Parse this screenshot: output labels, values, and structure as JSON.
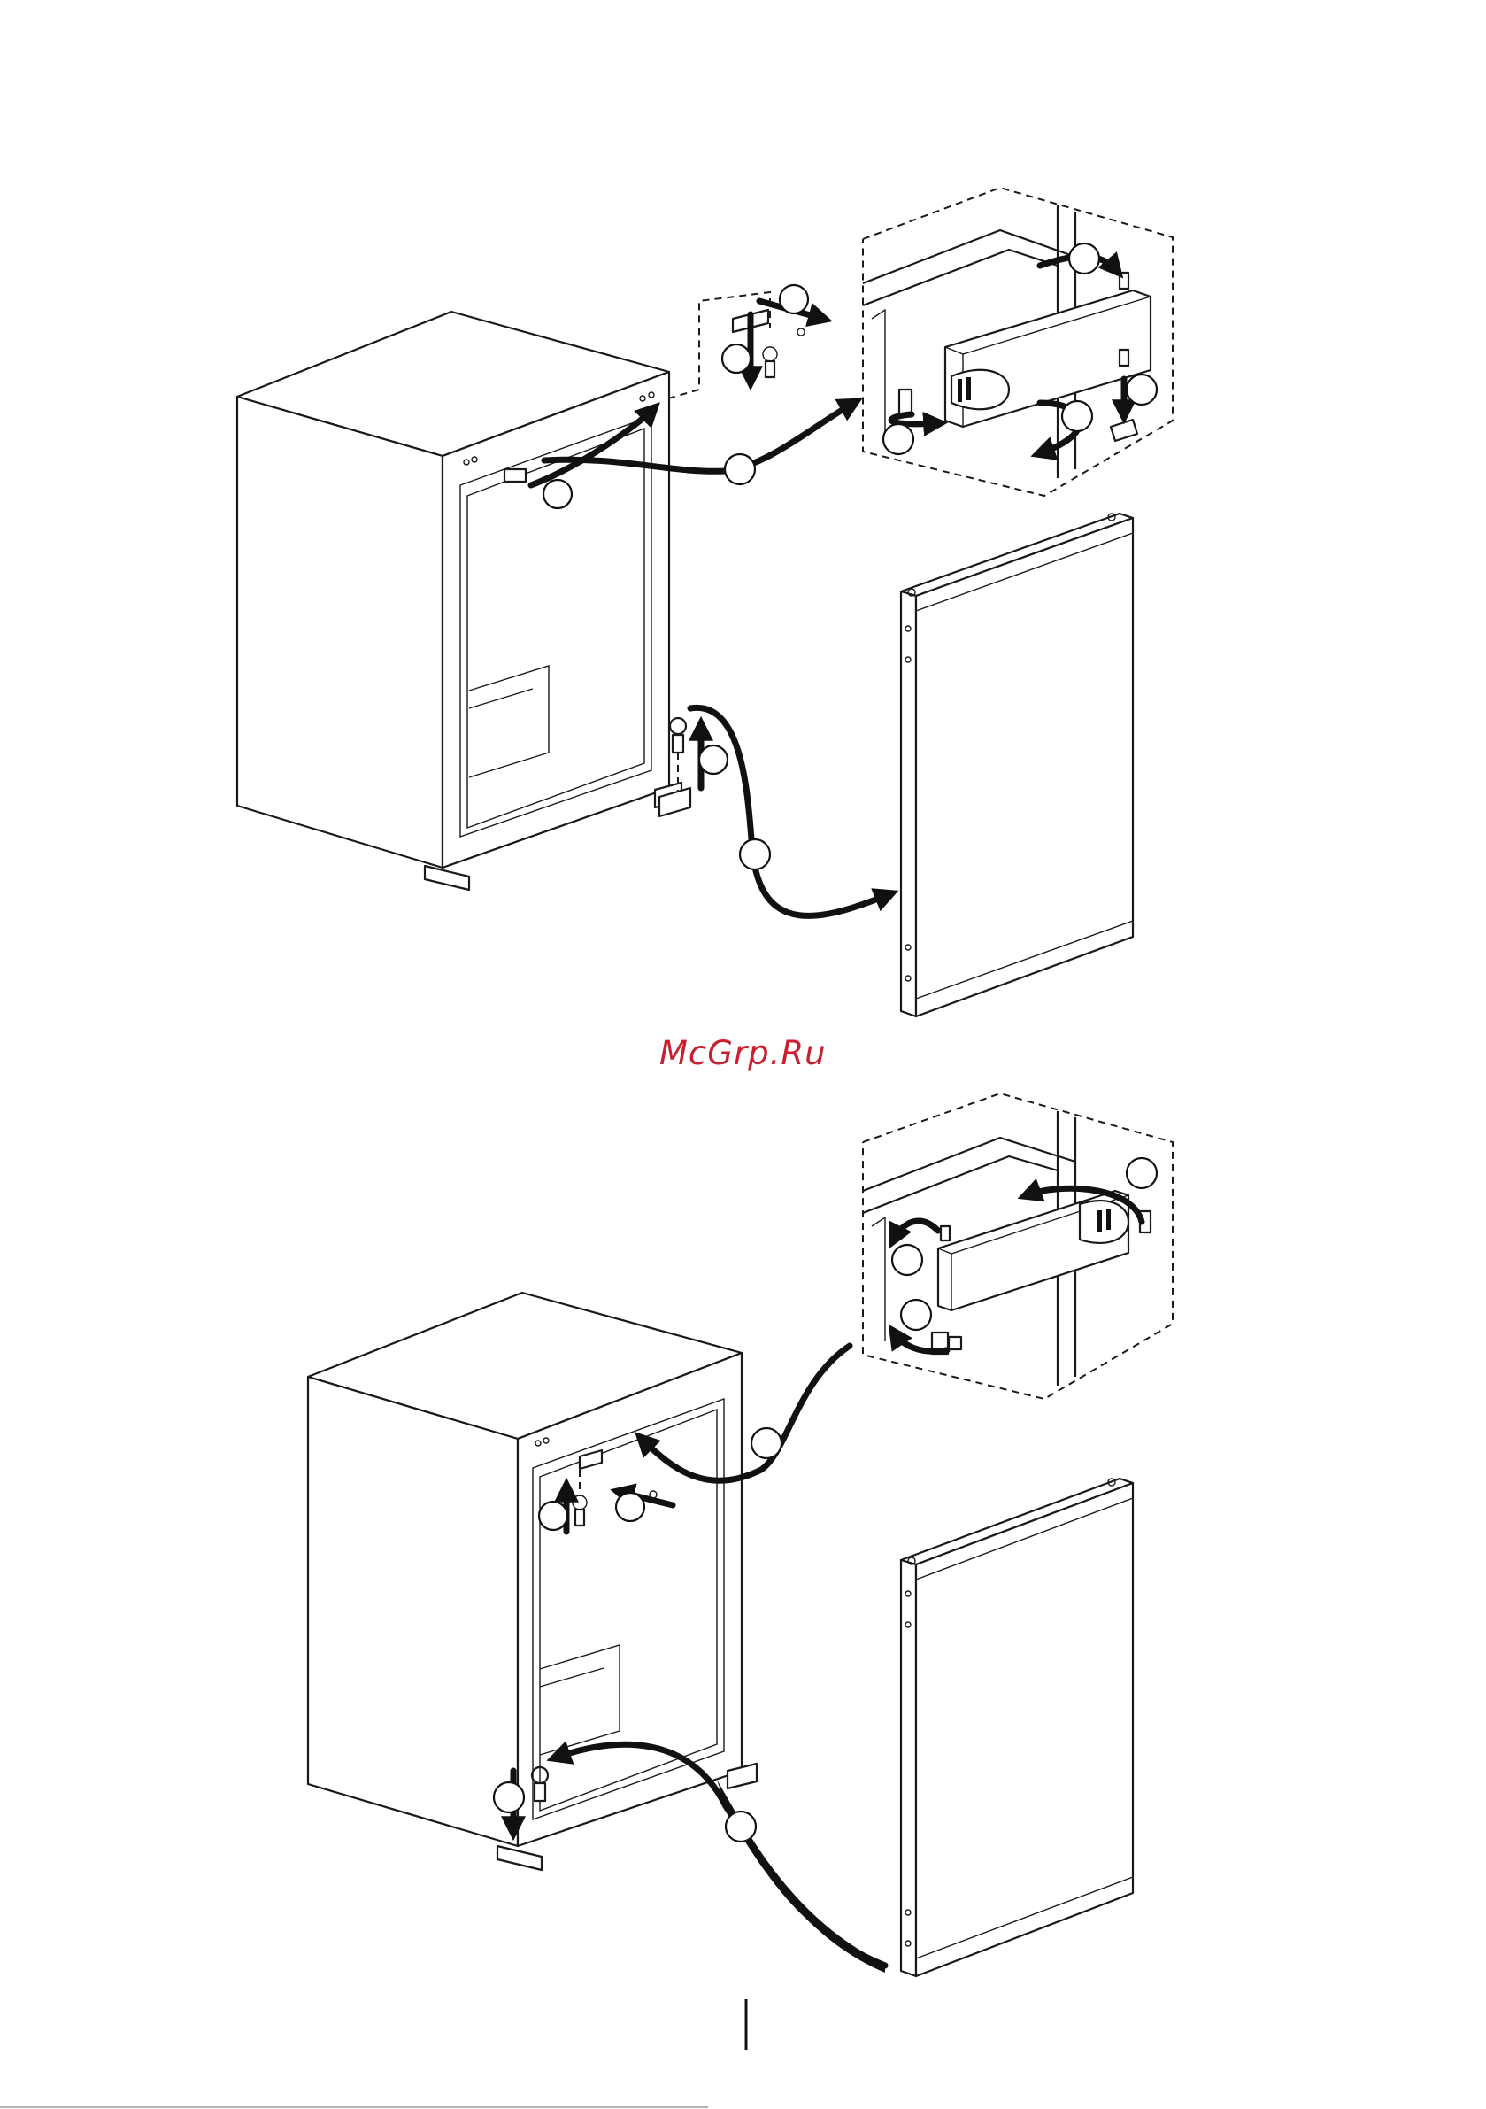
{
  "watermark": {
    "text": "McGrp.Ru",
    "color": "#c8202f"
  },
  "figures": [
    {
      "id": "upper",
      "panels": [
        "refrigerator-cabinet",
        "top-hinge-detail",
        "door"
      ]
    },
    {
      "id": "lower",
      "panels": [
        "refrigerator-cabinet",
        "top-hinge-detail",
        "door"
      ]
    }
  ],
  "colors": {
    "line": "#1a1a1a",
    "background": "#ffffff"
  }
}
